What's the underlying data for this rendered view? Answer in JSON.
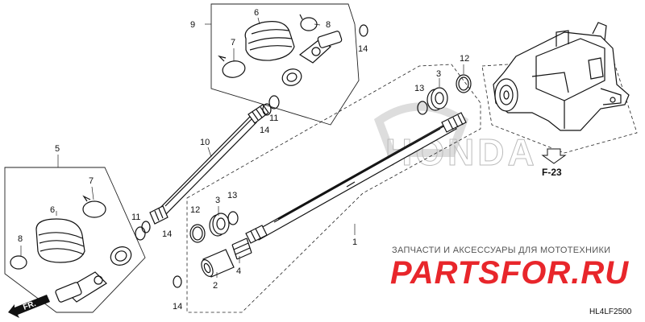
{
  "diagram": {
    "callouts": {
      "c1": "1",
      "c2": "2",
      "c3a": "3",
      "c3b": "3",
      "c4": "4",
      "c5": "5",
      "c6a": "6",
      "c6b": "6",
      "c7a": "7",
      "c7b": "7",
      "c8a": "8",
      "c8b": "8",
      "c9": "9",
      "c10": "10",
      "c11a": "11",
      "c11b": "11",
      "c12a": "12",
      "c12b": "12",
      "c13a": "13",
      "c13b": "13",
      "c14a": "14",
      "c14b": "14",
      "c14c": "14",
      "c14d": "14"
    },
    "reference": "F-23",
    "direction_label": "FR.",
    "watermark_brand": "HONDA",
    "diagram_code": "HL4LF2500"
  },
  "watermark": {
    "tagline": "ЗАПЧАСТИ И АКСЕССУАРЫ ДЛЯ МОТОТЕХНИКИ",
    "logo_text": "PARTSFOR.RU",
    "logo_color": "#e8262b"
  }
}
